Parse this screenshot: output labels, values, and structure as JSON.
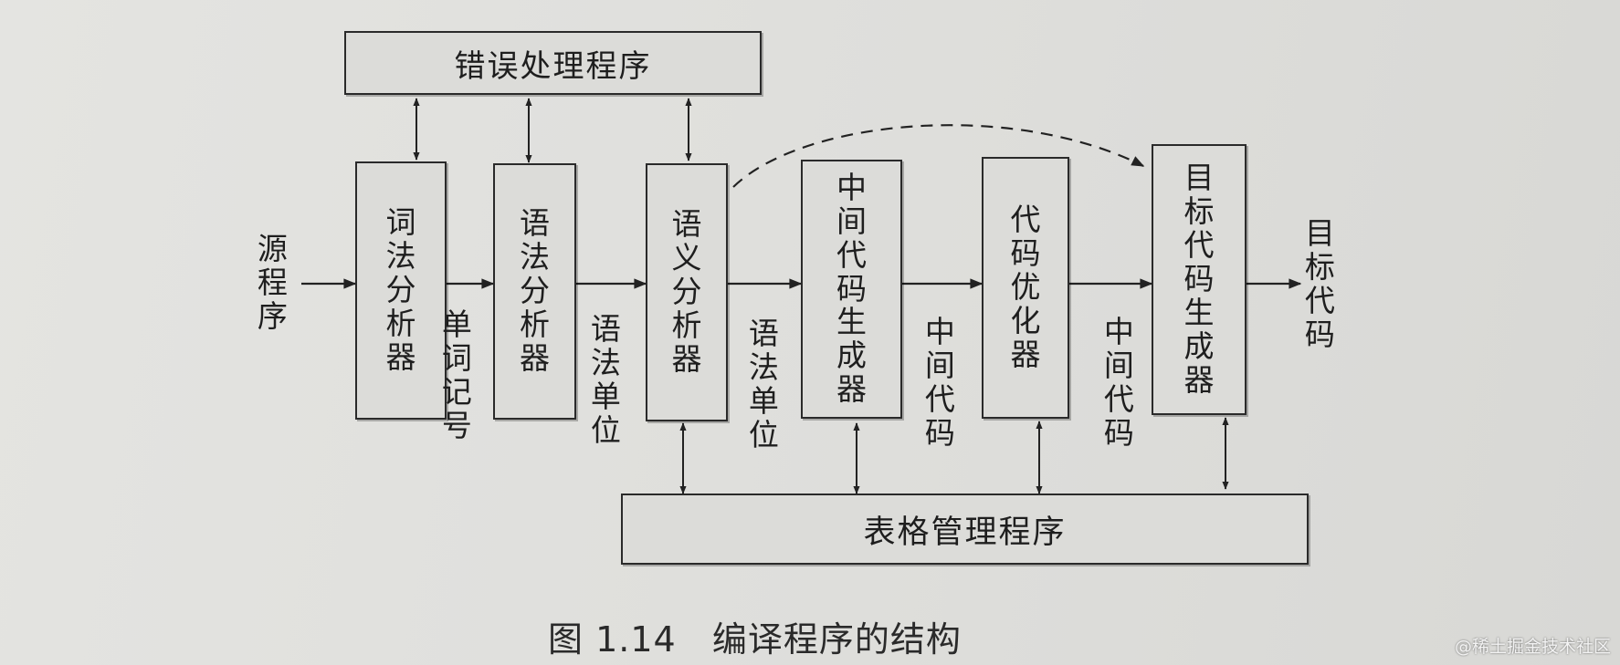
{
  "diagram": {
    "top_box": "错误处理程序",
    "bottom_box": "表格管理程序",
    "input_label": "源程序",
    "output_label": "目标代码",
    "stages": [
      "词法分析器",
      "语法分析器",
      "语义分析器",
      "中间代码生成器",
      "代码优化器",
      "目标代码生成器"
    ],
    "flow_labels": [
      "单词记号",
      "语法单位",
      "语法单位",
      "中间代码",
      "中间代码"
    ]
  },
  "caption": "图 1.14   编译程序的结构",
  "watermark": "@稀土掘金技术社区"
}
